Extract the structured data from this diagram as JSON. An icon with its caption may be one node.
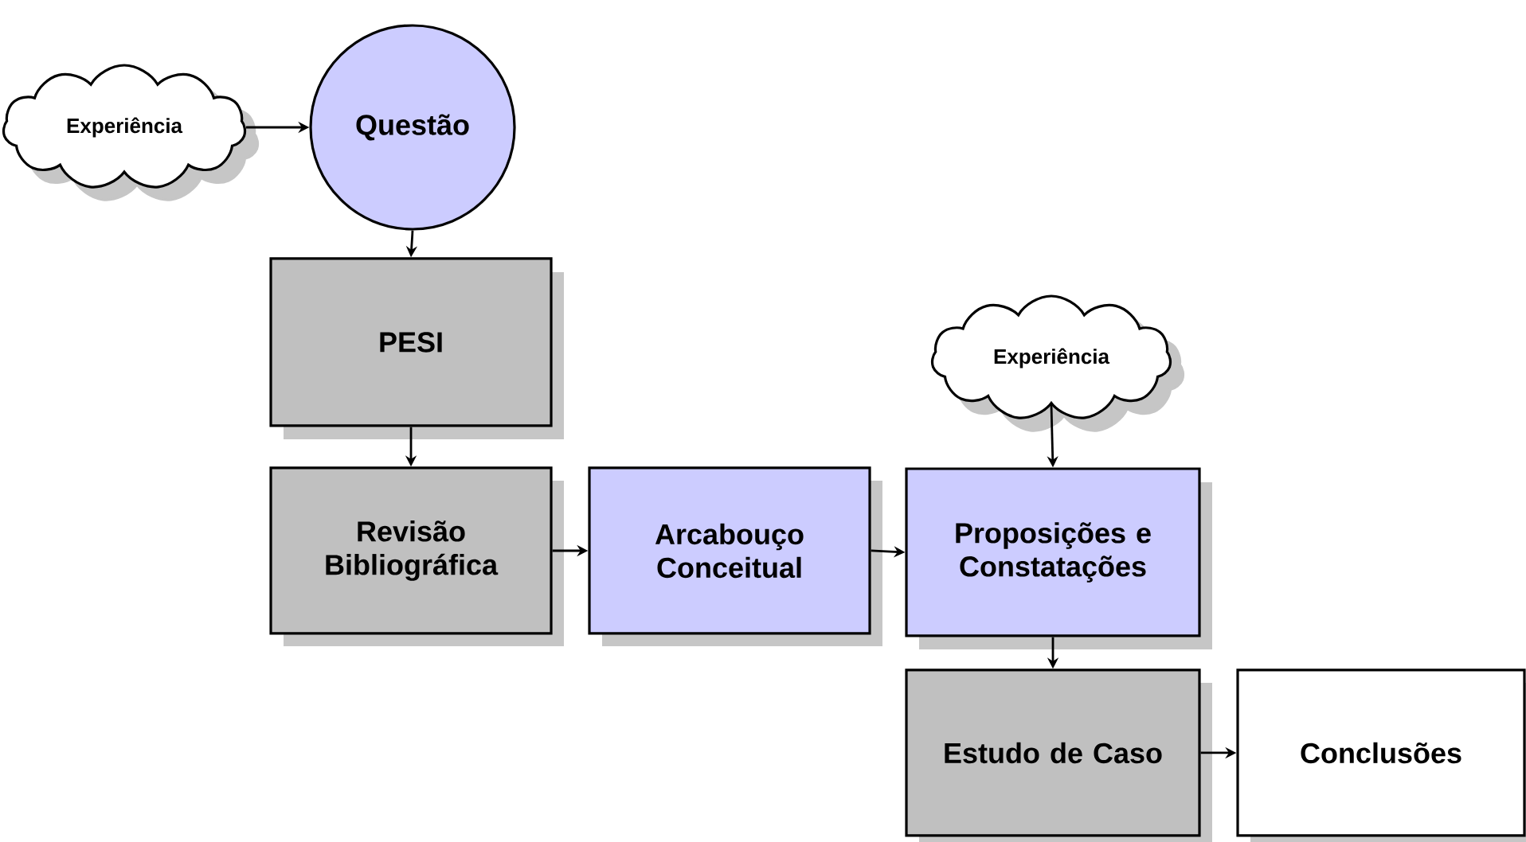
{
  "diagram": {
    "nodes": [
      {
        "text": [
          "Experiência"
        ]
      },
      {
        "text": [
          "Questão"
        ]
      },
      {
        "text": [
          "PESI"
        ]
      },
      {
        "text": [
          "Revisão Bibliográfica"
        ]
      },
      {
        "text": [
          "Arcabouço Conceitual"
        ]
      },
      {
        "text": [
          "Experiência"
        ]
      },
      {
        "text": [
          "Proposições e Constatações"
        ]
      },
      {
        "text": [
          "Estudo de Caso"
        ]
      },
      {
        "text": [
          "Conclusões"
        ]
      }
    ],
    "edges": [
      {
        "from": 0,
        "to": 1,
        "arrow": "to"
      },
      {
        "from": 1,
        "to": 2,
        "arrow": "to"
      },
      {
        "from": 2,
        "to": 3,
        "arrow": "to"
      },
      {
        "from": 3,
        "to": 4,
        "arrow": "to"
      },
      {
        "from": 4,
        "to": 6,
        "arrow": "to"
      },
      {
        "from": 5,
        "to": 6,
        "arrow": "to"
      },
      {
        "from": 6,
        "to": 7,
        "arrow": "to"
      },
      {
        "from": 7,
        "to": 8,
        "arrow": "to"
      }
    ]
  }
}
